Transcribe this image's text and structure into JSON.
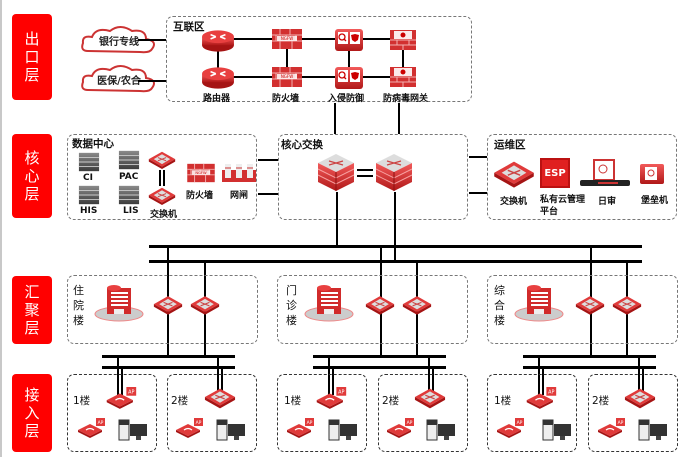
{
  "layers": [
    {
      "label": "出口层"
    },
    {
      "label": "核心层"
    },
    {
      "label": "汇聚层"
    },
    {
      "label": "接入层"
    }
  ],
  "egress": {
    "clouds": [
      {
        "label": "银行专线"
      },
      {
        "label": "医保/农合"
      }
    ],
    "zone_title": "互联区",
    "devices": [
      {
        "label": "路由器"
      },
      {
        "label": "防火墙"
      },
      {
        "label": "入侵防御"
      },
      {
        "label": "防病毒网关"
      }
    ],
    "firewall_badge": "NGFW"
  },
  "core": {
    "datacenter": {
      "title": "数据中心",
      "servers": [
        {
          "label": "CI"
        },
        {
          "label": "PAC"
        },
        {
          "label": "HIS"
        },
        {
          "label": "LIS"
        }
      ],
      "switch_label": "交换机",
      "firewall_label": "防火墙",
      "gatekeeper_label": "网闸"
    },
    "core_switch": {
      "title": "核心交换"
    },
    "ops": {
      "title": "运维区",
      "devices": [
        {
          "label": "交换机"
        },
        {
          "label": "私有云管理平台",
          "badge": "ESP"
        },
        {
          "label": "日审"
        },
        {
          "label": "堡垒机"
        }
      ]
    }
  },
  "aggregation": {
    "buildings": [
      {
        "label": "住院楼"
      },
      {
        "label": "门诊楼"
      },
      {
        "label": "综合楼"
      }
    ]
  },
  "access": {
    "floors": [
      {
        "label": "1楼"
      },
      {
        "label": "2楼"
      },
      {
        "label": "1楼"
      },
      {
        "label": "2楼"
      },
      {
        "label": "1楼"
      },
      {
        "label": "2楼"
      }
    ],
    "ap_badge": "AP"
  },
  "colors": {
    "layer_red": "#ff0000",
    "device_red": "#d42a2a",
    "dashed": "#777777"
  }
}
